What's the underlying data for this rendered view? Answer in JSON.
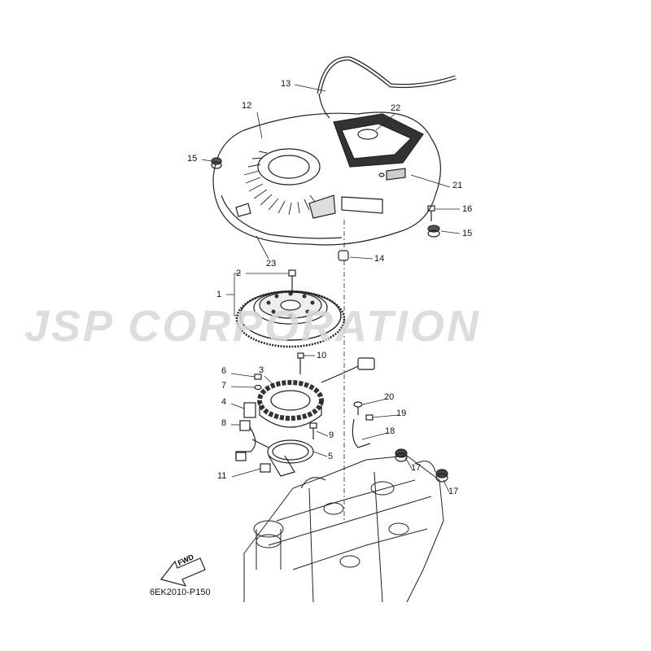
{
  "diagram": {
    "watermark": "JSP CORPORATION",
    "drawing_code": "6EK2010-P150",
    "fwd_label": "FWD",
    "callouts": [
      "13",
      "12",
      "22",
      "15",
      "21",
      "16",
      "15",
      "23",
      "14",
      "2",
      "1",
      "10",
      "3",
      "6",
      "7",
      "20",
      "4",
      "19",
      "18",
      "8",
      "9",
      "5",
      "17",
      "17",
      "11"
    ]
  }
}
